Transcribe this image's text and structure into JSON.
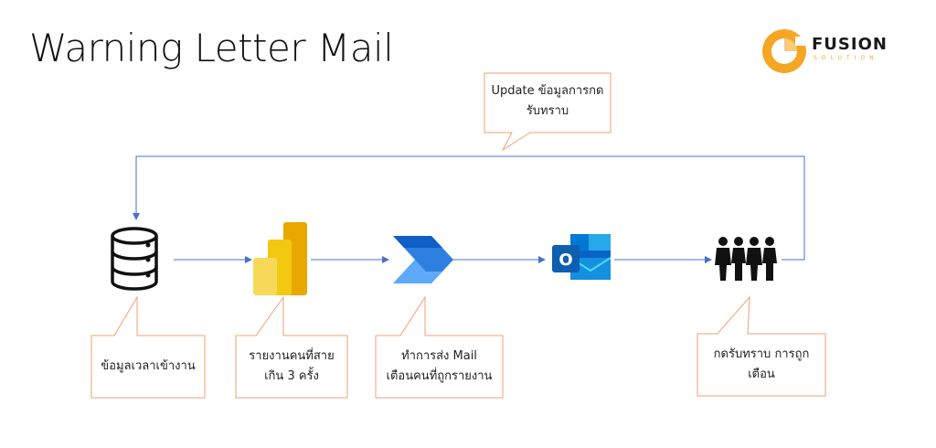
{
  "title": "Warning Letter Mail",
  "logo": {
    "name": "FUSION",
    "tagline": "SOLUTION"
  },
  "colors": {
    "callout_border": "#f0a070",
    "connector": "#4472c4",
    "logo_orange": "#f5a623"
  },
  "steps": [
    {
      "icon": "database-icon",
      "label": "ข้อมูลเวลาเข้างาน"
    },
    {
      "icon": "power-bi-icon",
      "label_line1": "รายงานคนที่สาย",
      "label_line2": "เกิน 3 ครั้ง"
    },
    {
      "icon": "power-automate-icon",
      "label_line1": "ทำการส่ง Mail",
      "label_line2": "เตือนคนที่ถูกรายงาน"
    },
    {
      "icon": "outlook-icon"
    },
    {
      "icon": "people-icon",
      "label_line1": "กดรับทราบ การถูก",
      "label_line2": "เตือน"
    }
  ],
  "feedback": {
    "label_line1": "Update ข้อมูลการกด",
    "label_line2": "รับทราบ"
  }
}
